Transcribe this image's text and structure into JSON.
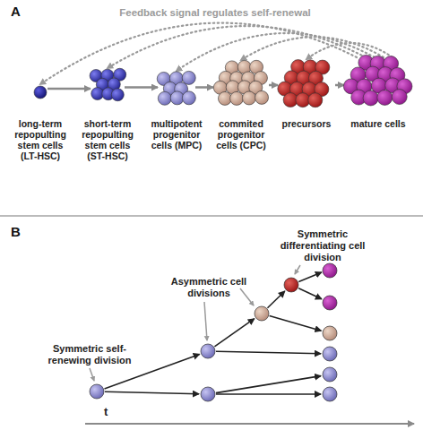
{
  "diagram": {
    "nodes": [
      {
        "text": [
          "long-term repopulting stem cells (LT-HSC)"
        ]
      },
      {
        "text": [
          "short-term repopulting stem cells (ST-HSC)"
        ]
      },
      {
        "text": [
          "multipotent progenitor cells (MPC)"
        ]
      },
      {
        "text": [
          "commited progenitor cells (CPC)"
        ]
      },
      {
        "text": [
          "precursors"
        ]
      },
      {
        "text": [
          "mature cells"
        ]
      }
    ],
    "edges": [
      {
        "from": 0,
        "to": 1,
        "arrow": "to"
      },
      {
        "from": 1,
        "to": 2,
        "arrow": "to"
      },
      {
        "from": 2,
        "to": 3,
        "arrow": "to"
      },
      {
        "from": 3,
        "to": 4,
        "arrow": "to"
      },
      {
        "from": 4,
        "to": 5,
        "arrow": "to"
      },
      {
        "from": 5,
        "to": 0,
        "arrow": "to"
      },
      {
        "from": 5,
        "to": 1,
        "arrow": "to"
      },
      {
        "from": 5,
        "to": 2,
        "arrow": "to"
      },
      {
        "from": 5,
        "to": 3,
        "arrow": "to"
      },
      {
        "from": 5,
        "to": 4,
        "arrow": "to"
      }
    ],
    "labels": [
      "A",
      "Feedback signal regulates self-renewal",
      "B",
      "Symmetric self-renewing division",
      "Asymmetric cell divisions",
      "Symmetric differentiating cell division",
      "t"
    ]
  }
}
